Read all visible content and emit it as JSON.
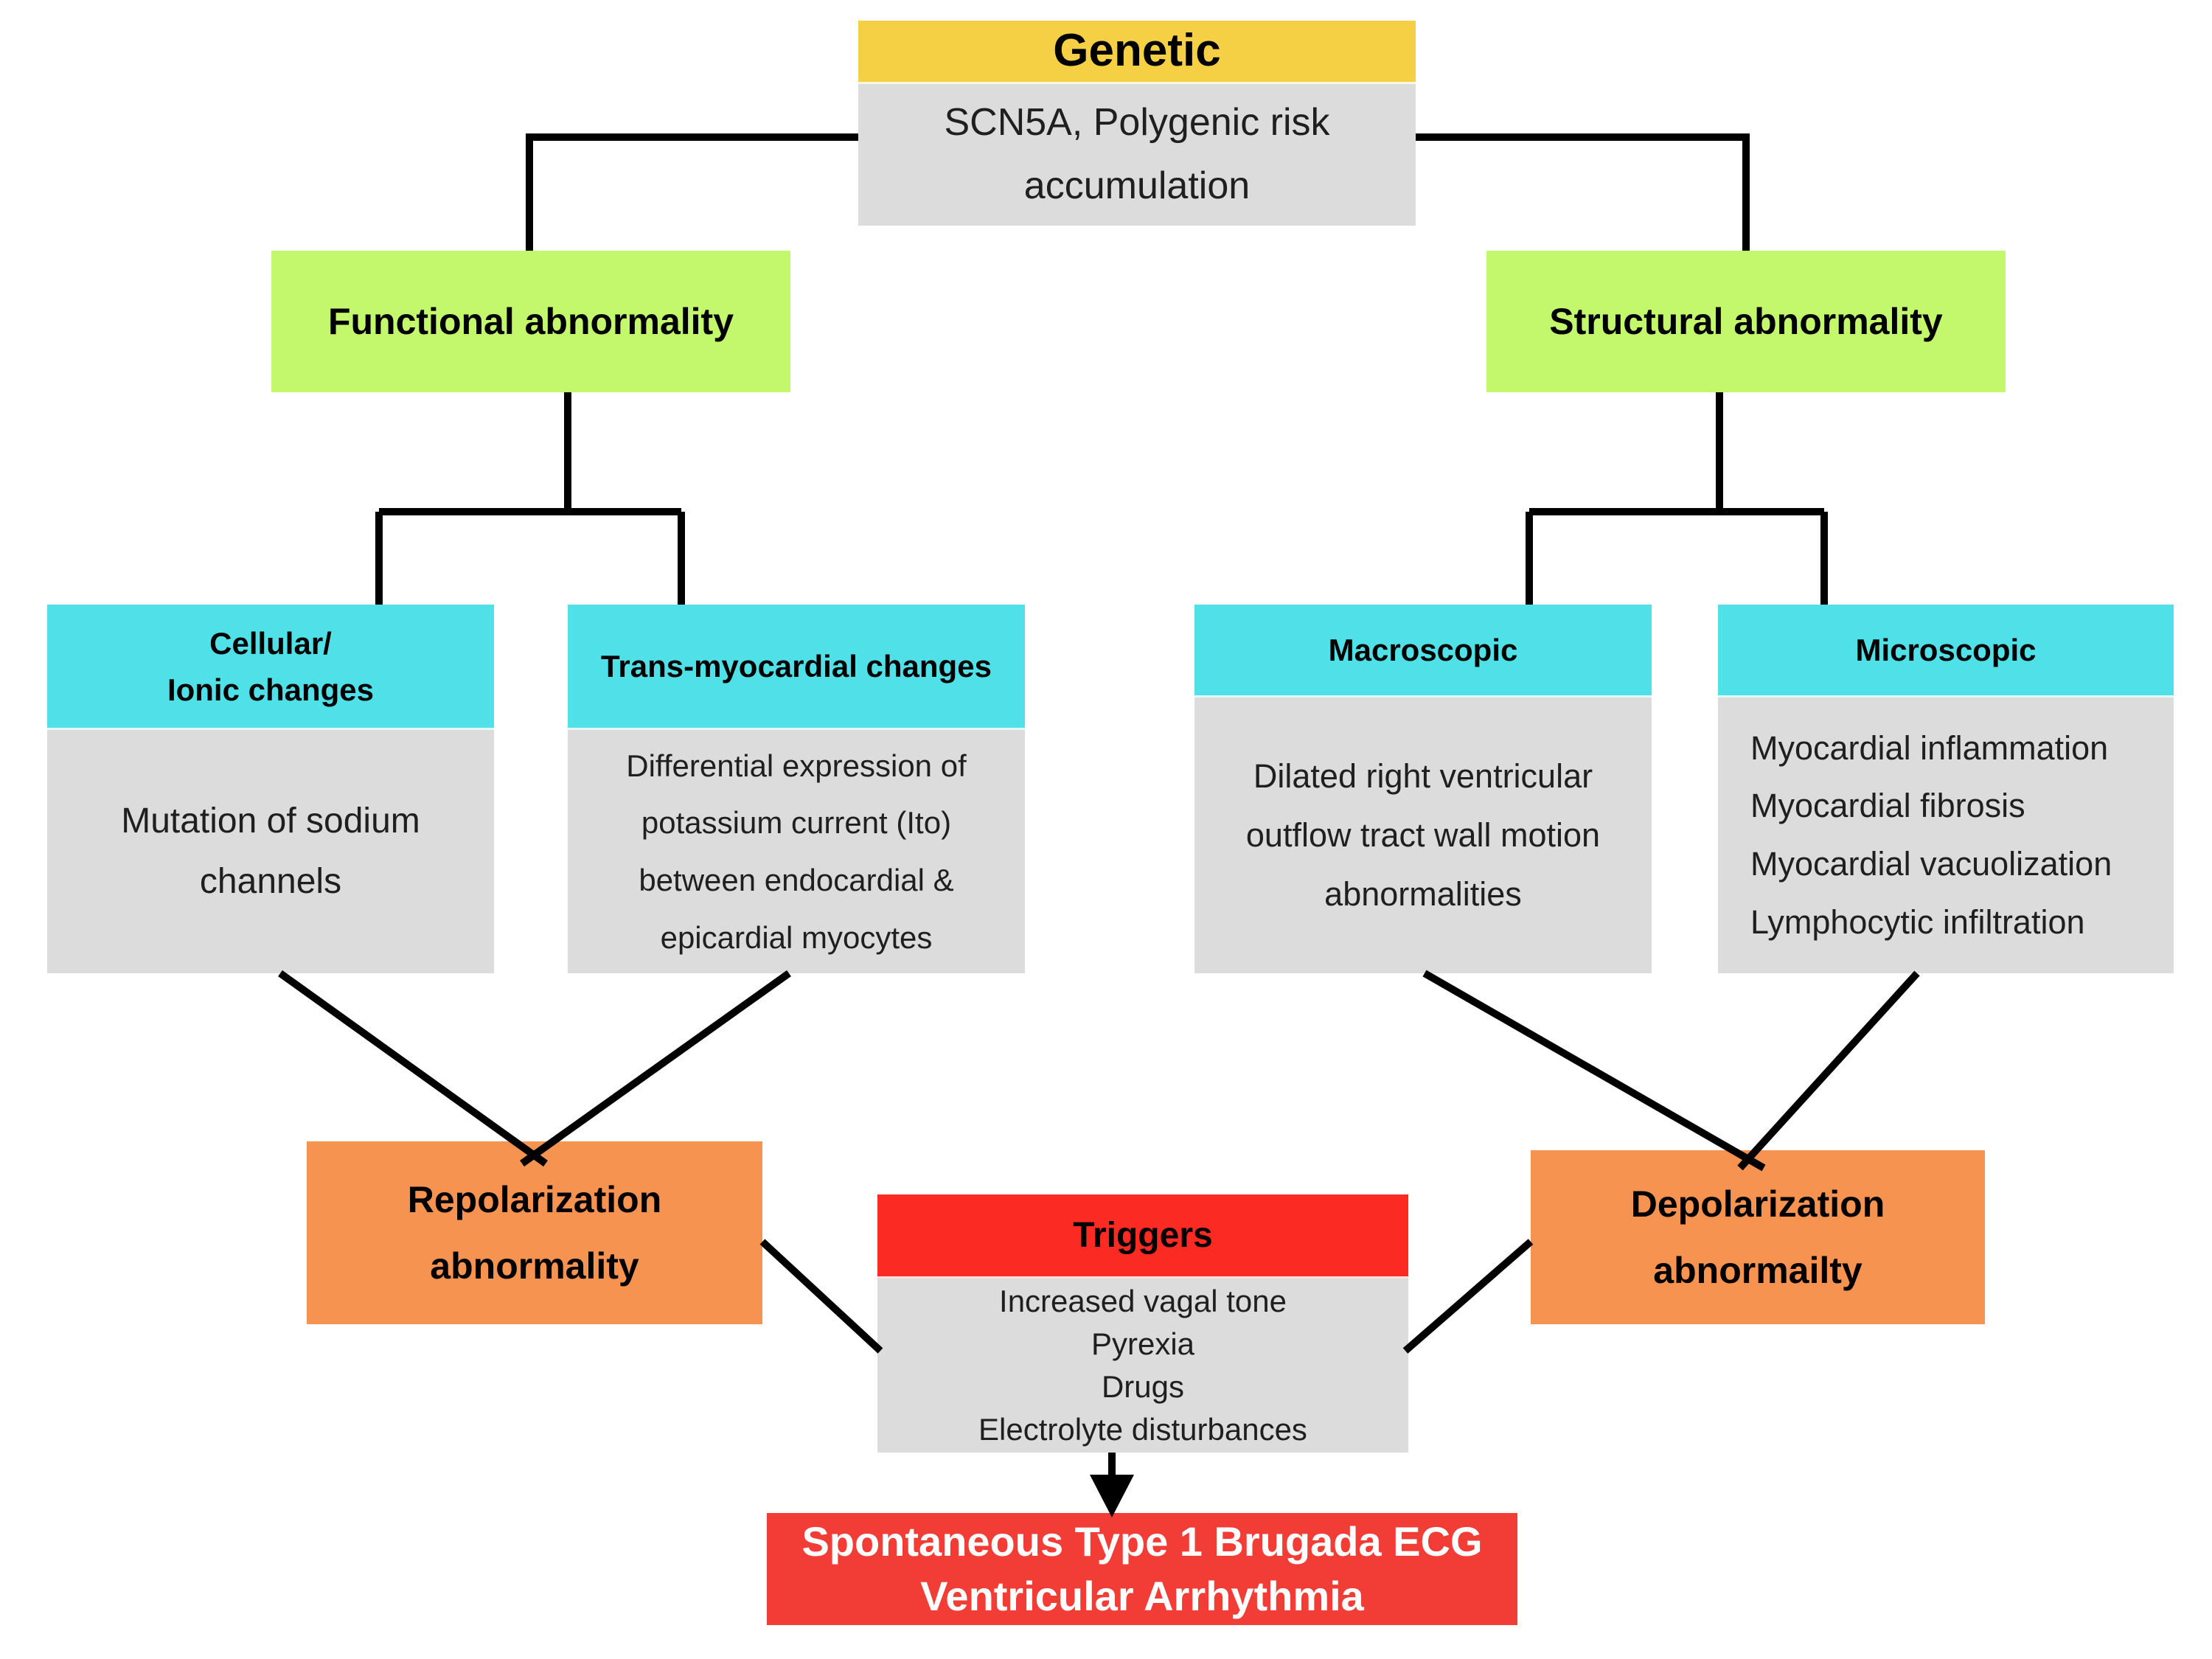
{
  "diagram": {
    "genetic": {
      "title": "Genetic",
      "body_lines": [
        "SCN5A, Polygenic risk",
        "accumulation"
      ]
    },
    "functional": {
      "title": "Functional abnormality"
    },
    "structural": {
      "title": "Structural abnormality"
    },
    "cellular": {
      "header_lines": [
        "Cellular/",
        "Ionic changes"
      ],
      "body_lines": [
        "Mutation of sodium",
        "channels"
      ]
    },
    "trans_myocardial": {
      "header": "Trans-myocardial changes",
      "body_lines": [
        "Differential expression of",
        "potassium current (Ito)",
        "between endocardial &",
        "epicardial myocytes"
      ]
    },
    "macroscopic": {
      "header": "Macroscopic",
      "body_lines": [
        "Dilated right ventricular",
        "outflow tract wall motion",
        "abnormalities"
      ]
    },
    "microscopic": {
      "header": "Microscopic",
      "body_lines": [
        "Myocardial inflammation",
        "Myocardial fibrosis",
        "Myocardial vacuolization",
        "Lymphocytic infiltration"
      ]
    },
    "repolarization": {
      "lines": [
        "Repolarization",
        "abnormality"
      ]
    },
    "depolarization": {
      "lines": [
        "Depolarization",
        "abnormailty"
      ]
    },
    "triggers": {
      "header": "Triggers",
      "items": [
        "Increased vagal tone",
        "Pyrexia",
        "Drugs",
        "Electrolyte disturbances"
      ]
    },
    "outcome": {
      "lines": [
        "Spontaneous Type 1 Brugada ECG",
        "Ventricular Arrhythmia"
      ]
    },
    "colors": {
      "yellow": "#f5d044",
      "green": "#c3f86d",
      "cyan": "#4fe0e8",
      "orange": "#f79350",
      "red": "#fb2b24",
      "red-outcome": "#f23c36",
      "gray": "#dcdcdc",
      "line": "#000000"
    }
  }
}
